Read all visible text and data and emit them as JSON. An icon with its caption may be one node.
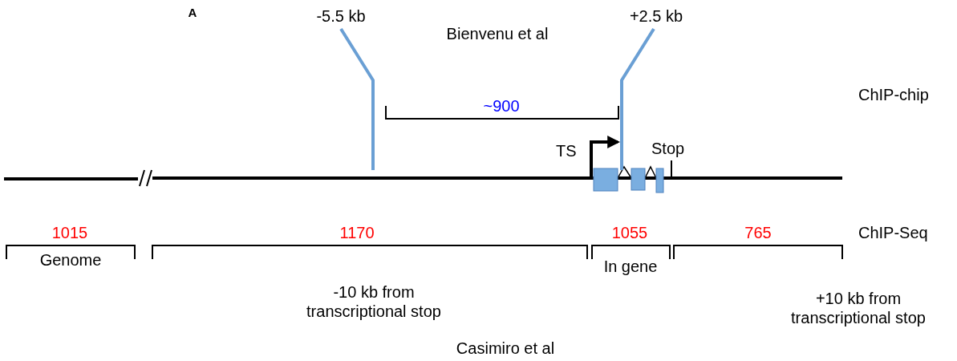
{
  "diagram": {
    "labels": [
      "A",
      "-5.5 kb",
      "+2.5 kb",
      "Bienvenu et al",
      "ChIP-chip",
      "~900",
      "TS",
      "Stop",
      "1015",
      "1170",
      "1055",
      "765",
      "ChIP-Seq",
      "Genome",
      "-10 kb from transcriptional stop",
      "In gene",
      "+10 kb from transcriptional stop",
      "Casimiro et al"
    ]
  }
}
